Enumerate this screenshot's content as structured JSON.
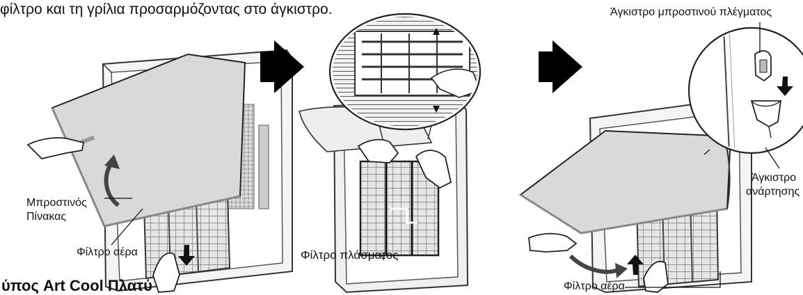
{
  "intro_text": "φίλτρο και τη γρίλια προσαρμόζοντας στο άγκιστρο.",
  "caption": "ύπος Art Cool Πλατύ",
  "step1": {
    "label_front_panel_line1": "Μπροστινός",
    "label_front_panel_line2": "Πίνακας",
    "label_air_filter": "Φίλτρο αέρα"
  },
  "step2": {
    "label_plasma_filter": "Φίλτρο πλάσματος"
  },
  "step3": {
    "label_front_grille_hook": "Άγκιστρο μπροστινού πλέγματος",
    "label_hanger_hook_line1": "Άγκιστρο",
    "label_hanger_hook_line2": "ανάρτησης",
    "label_air_filter": "Φίλτρο αέρα"
  },
  "icons": [
    "step-arrow-icon",
    "step-arrow-icon"
  ]
}
